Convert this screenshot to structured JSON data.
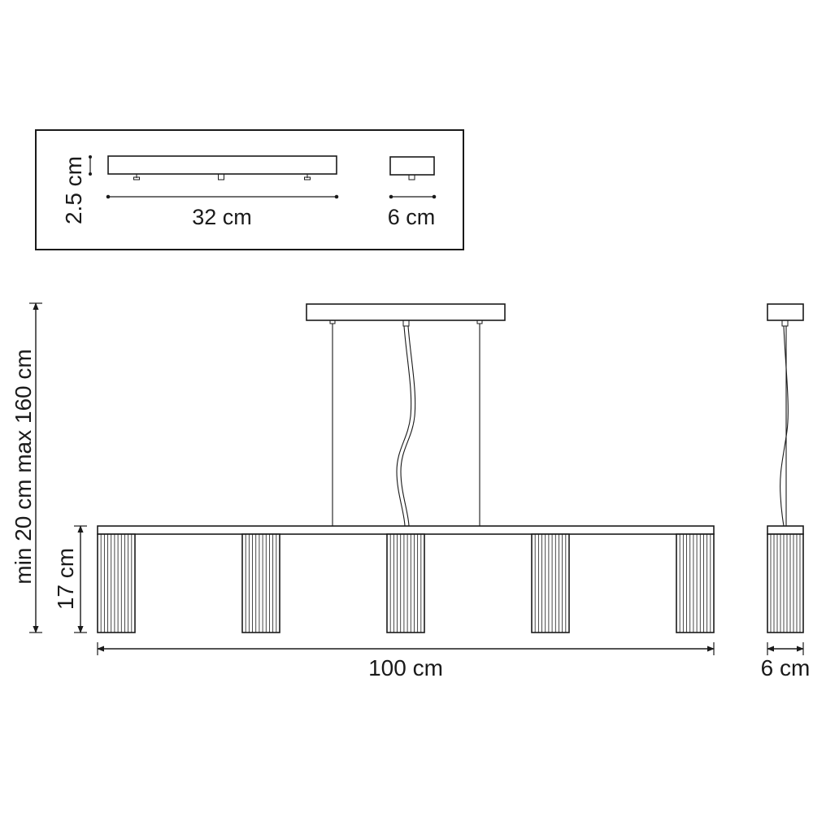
{
  "canopy_detail": {
    "height_label": "2.5 cm",
    "length_label": "32 cm",
    "width_label": "6 cm"
  },
  "fixture_front": {
    "suspension_label": "min 20 cm max 160 cm",
    "shade_height_label": "17 cm",
    "total_length_label": "100 cm",
    "shade_count": 5
  },
  "fixture_side": {
    "width_label": "6 cm"
  },
  "colors": {
    "line": "#1a1a1a",
    "background": "#ffffff"
  }
}
